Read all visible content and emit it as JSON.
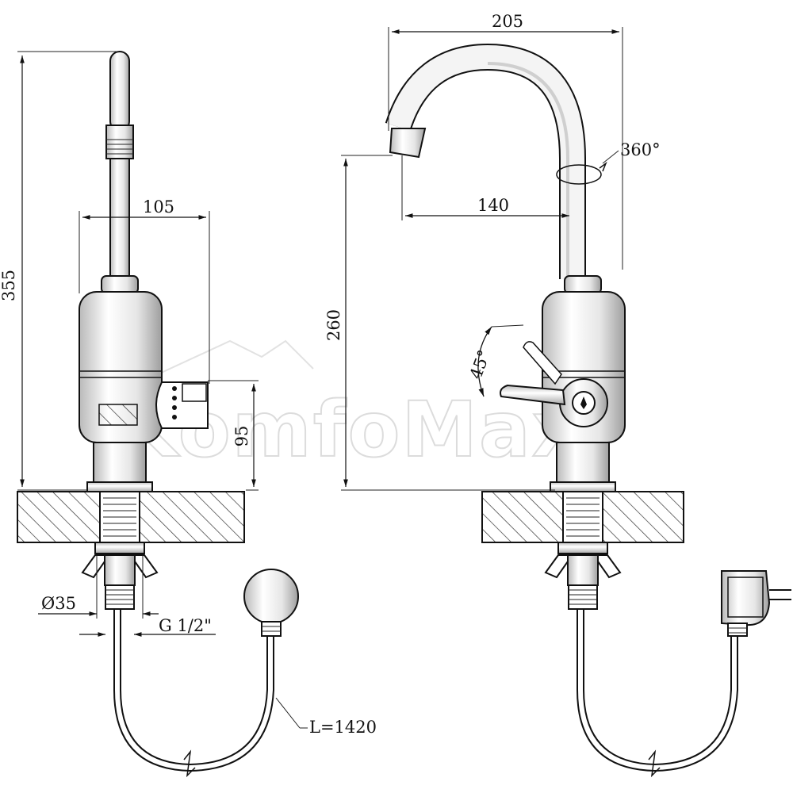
{
  "watermark": "KomfoMax",
  "colors": {
    "line": "#111111",
    "watermark": "#dcdcdc",
    "background": "#ffffff"
  },
  "dimensions": {
    "overall_height": "355",
    "body_width": "105",
    "spout_reach": "205",
    "spout_offset": "140",
    "spout_height": "260",
    "body_height": "95",
    "shank_diameter": "Ø35",
    "thread": "G 1/2\"",
    "cable_length": "L=1420",
    "handle_angle": "45°",
    "rotation": "360°"
  }
}
